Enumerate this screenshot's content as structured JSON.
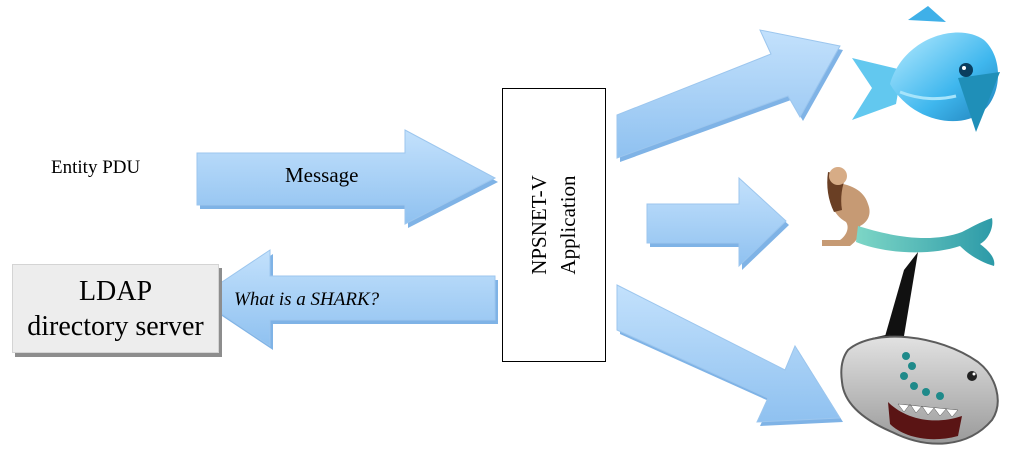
{
  "diagram": {
    "source_label": "Entity PDU",
    "message_arrow_label": "Message",
    "query_arrow_label": "What is a SHARK?",
    "directory_server": {
      "line1": "LDAP",
      "line2": "directory server"
    },
    "application": {
      "line1": "NPSNET-V",
      "line2": "Application"
    },
    "output_images": [
      "fish-image",
      "mermaid-image",
      "shark-image"
    ],
    "colors": {
      "arrow_fill": "#a8d0f6",
      "arrow_shadow": "#7fb3e6",
      "box_border": "#000000",
      "ldap_fill": "#ededed",
      "ldap_shadow": "#8d8d8d"
    }
  }
}
